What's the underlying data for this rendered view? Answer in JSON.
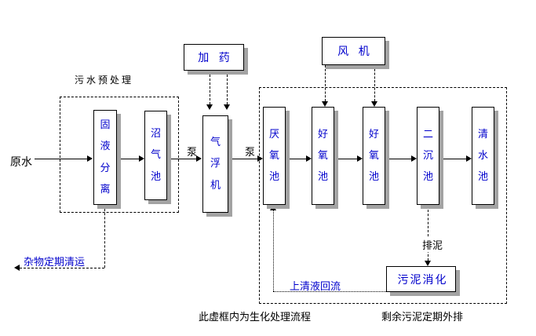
{
  "colors": {
    "box_text": "#0000cc",
    "label_text": "#000000",
    "blue_label_text": "#0000cc",
    "box_border": "#000000",
    "box_shadow": "#a3a3a3",
    "background": "#ffffff"
  },
  "labels": {
    "raw_water": "原水",
    "pretreatment": "污水预处理",
    "pump_left": "泵",
    "pump_right": "泵",
    "debris_removal": "杂物定期清运",
    "sludge_discharge": "排泥",
    "supernatant_reflux": "上清液回流",
    "note_biochem": "此虚框内为生化处理流程",
    "note_excess_sludge": "剩余污泥定期外排"
  },
  "boxes": {
    "dosing": "加 药",
    "fan": "风 机",
    "solid_liquid_separation": "固液分离",
    "biogas": "沼气池",
    "air_flotation": "气浮机",
    "anaerobic": "厌氧池",
    "aerobic_1": "好氧池",
    "aerobic_2": "好氧池",
    "secondary_sedimentation": "二沉池",
    "clear_water": "清水池",
    "sludge_digestion": "污泥消化"
  }
}
